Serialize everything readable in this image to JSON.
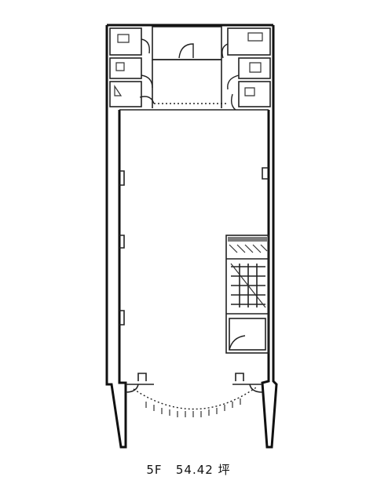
{
  "caption": {
    "floor": "5F",
    "area": "54.42",
    "unit": "坪"
  }
}
